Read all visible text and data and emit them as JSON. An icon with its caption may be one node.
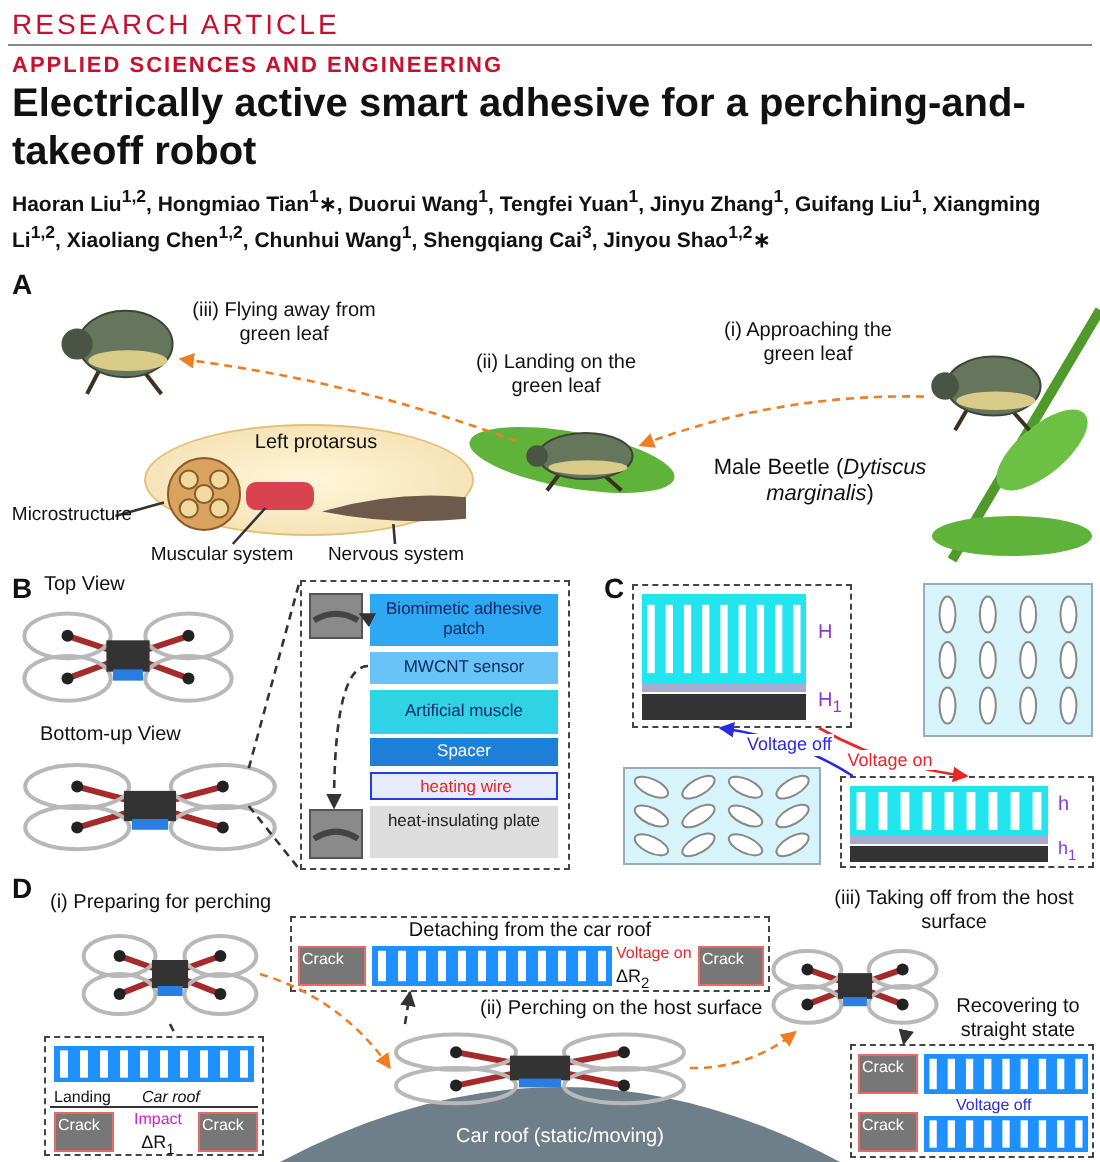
{
  "diagram": {
    "title": "Electrically active smart adhesive for a perching-and-takeoff robot",
    "nodes": [
      {
        "text": [],
        "shape": "picture",
        "beside": [
          "(iii) Flying away from green leaf"
        ]
      },
      {
        "text": [],
        "shape": "picture",
        "beside": [
          "(ii) Landing on the green leaf"
        ]
      },
      {
        "text": [],
        "shape": "picture",
        "beside": [
          "(i) Approaching the green leaf"
        ]
      },
      {
        "text": [
          "Left protarsus"
        ]
      },
      {
        "text": [
          "Microstructure"
        ]
      },
      {
        "text": [],
        "shape": "circle",
        "in": 3
      },
      {
        "text": [
          "Muscular system"
        ]
      },
      {
        "text": [],
        "shape": "box",
        "in": 3
      },
      {
        "text": [
          "Nervous system"
        ]
      },
      {
        "text": [],
        "shape": "picture",
        "in": 3
      },
      {
        "text": [],
        "shape": "picture",
        "beside": [
          "Top View"
        ]
      },
      {
        "text": [],
        "shape": "picture",
        "beside": [
          "Bottom-up View"
        ]
      },
      {
        "text": [],
        "shape": "box"
      },
      {
        "text": [
          "Biomimetic adhesive patch"
        ],
        "in": 12
      },
      {
        "text": [
          "MWCNT sensor"
        ],
        "in": 12
      },
      {
        "text": [
          "Artificial muscle"
        ],
        "in": 12
      },
      {
        "text": [
          "Spacer"
        ],
        "in": 12
      },
      {
        "text": [
          "heating wire"
        ],
        "in": 12
      },
      {
        "text": [
          "heat-insulating plate"
        ],
        "in": 12
      },
      {
        "text": [],
        "shape": "picture",
        "in": 12
      },
      {
        "text": [],
        "shape": "picture",
        "in": 12
      },
      {
        "text": [
          "H",
          "H$_{1}$"
        ]
      },
      {
        "text": [],
        "shape": "picture"
      },
      {
        "text": [],
        "shape": "picture"
      },
      {
        "text": [
          "h",
          "h$_{1}$"
        ]
      },
      {
        "text": [],
        "shape": "picture",
        "beside": [
          "(i) Preparing for perching"
        ]
      },
      {
        "text": [
          "Landing",
          "Car roof",
          "Crack",
          "Impact",
          "ΔR$_{1}$",
          "Crack"
        ]
      },
      {
        "text": [
          "Detaching from the car roof",
          "Crack",
          "Voltage on",
          "ΔR$_{2}$",
          "Crack"
        ]
      },
      {
        "text": [],
        "shape": "picture",
        "beside": [
          "(ii) Perching on the host surface"
        ]
      },
      {
        "text": [],
        "shape": "picture",
        "beside": [
          "(iii) Taking off from the host surface"
        ]
      },
      {
        "text": [
          "Recovering to straight state",
          "Crack",
          "Voltage off",
          "Crack"
        ]
      }
    ],
    "edges": [
      {
        "from": 2,
        "to": 1,
        "arrow": "to",
        "style": "dashed",
        "color": "#f07d22"
      },
      {
        "from": 1,
        "to": 0,
        "arrow": "to",
        "style": "dashed",
        "color": "#f07d22"
      },
      {
        "from": 4,
        "to": 5,
        "arrow": "none"
      },
      {
        "from": 6,
        "to": 7,
        "arrow": "none"
      },
      {
        "from": 8,
        "to": 9,
        "arrow": "none"
      },
      {
        "from": 13,
        "to": 19,
        "arrow": "to",
        "style": "dashed"
      },
      {
        "from": 14,
        "to": 20,
        "arrow": "to",
        "style": "dashed"
      },
      {
        "from": 21,
        "to": 24,
        "arrow": "to",
        "label": "Voltage on",
        "color": "#e8262a"
      },
      {
        "from": 24,
        "to": 21,
        "arrow": "to",
        "label": "Voltage off",
        "color": "#2a2ae0"
      },
      {
        "from": 25,
        "to": 26,
        "arrow": "none",
        "style": "dashed"
      },
      {
        "from": 25,
        "to": 28,
        "arrow": "to",
        "style": "dashed",
        "color": "#f07d22"
      },
      {
        "from": 28,
        "to": 27,
        "arrow": "to",
        "style": "dashed"
      },
      {
        "from": 28,
        "to": 29,
        "arrow": "to",
        "style": "dashed",
        "color": "#f07d22"
      },
      {
        "from": 29,
        "to": 30,
        "arrow": "to",
        "style": "dashed"
      },
      {
        "from": 11,
        "to": 12,
        "arrow": "none",
        "style": "dashed"
      },
      {
        "from": 11,
        "to": 12,
        "arrow": "none",
        "style": "dashed"
      }
    ],
    "labels": [
      "RESEARCH ARTICLE",
      "APPLIED SCIENCES AND ENGINEERING",
      "Haoran Liu$^{1,2}$, Hongmiao Tian$^{1}$∗, Duorui Wang$^{1}$, Tengfei Yuan$^{1}$, Jinyu Zhang$^{1}$, Guifang Liu$^{1}$, Xiangming Li$^{1,2}$, Xiaoliang Chen$^{1,2}$, Chunhui Wang$^{1}$, Shengqiang Cai$^{3}$, Jinyou Shao$^{1,2}$∗",
      "A",
      "Male Beetle (*Dytiscus marginalis*)",
      "B",
      "C",
      "D",
      "Car roof (static/moving)"
    ]
  }
}
